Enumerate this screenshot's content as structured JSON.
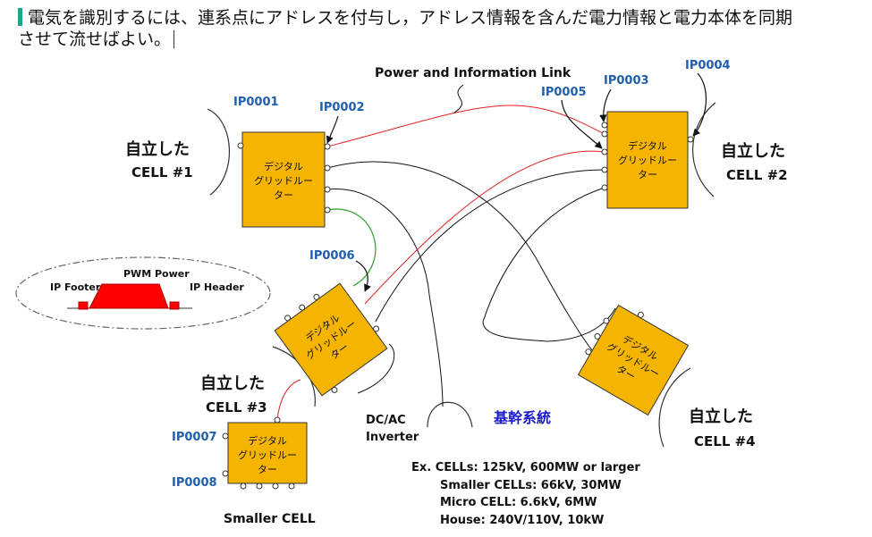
{
  "header": {
    "line1": "電気を識別するには、連系点にアドレスを付与し，アドレス情報を含んだ電力情報と電力本体を同期",
    "line2": "させて流せばよい。"
  },
  "link_label": "Power and Information Link",
  "router_label": [
    "デジタル",
    "グリッドルー",
    "ター"
  ],
  "cells": {
    "cell1": [
      "自立した",
      "CELL #1"
    ],
    "cell2": [
      "自立した",
      "CELL #2"
    ],
    "cell3": [
      "自立した",
      "CELL #3"
    ],
    "cell4": [
      "自立した",
      "CELL #4"
    ]
  },
  "ips": {
    "ip0001": "IP0001",
    "ip0002": "IP0002",
    "ip0003": "IP0003",
    "ip0004": "IP0004",
    "ip0005": "IP0005",
    "ip0006": "IP0006",
    "ip0007": "IP0007",
    "ip0008": "IP0008"
  },
  "packet": {
    "footer": "IP Footer",
    "power": "PWM Power",
    "header": "IP Header"
  },
  "inverter": [
    "DC/AC",
    "Inverter"
  ],
  "backbone": "基幹系統",
  "smaller_cell": "Smaller CELL",
  "examples": [
    "Ex.  CELLs: 125kV, 600MW or larger",
    "Smaller CELLs: 66kV, 30MW",
    "Micro CELL: 6.6kV, 6MW",
    "House: 240V/110V, 10kW"
  ],
  "colors": {
    "router_fill": "#f5b400",
    "router_stroke": "#333333",
    "red_link": "#e02020",
    "green_link": "#2ea02e",
    "ip_text": "#1f5fae",
    "backbone_text": "#1a1acc",
    "packet_fill": "#ff0000",
    "accent_bar": "#1fa58a"
  }
}
